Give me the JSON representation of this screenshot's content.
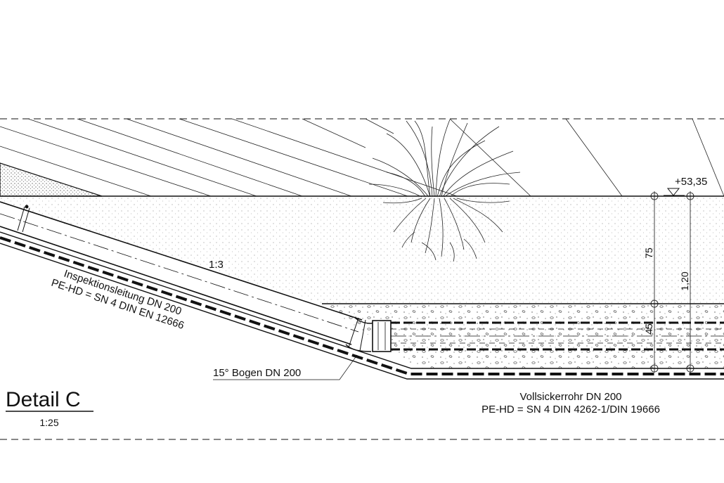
{
  "detail": {
    "title": "Detail C",
    "scale": "1:25"
  },
  "labels": {
    "elevation": "+53,35",
    "slope": "1:3",
    "inspection_line_1": "Inspektionsleitung DN 200",
    "inspection_line_2": "PE-HD = SN 4 DIN EN 12666",
    "bend": "15° Bogen DN 200",
    "drain_pipe_1": "Vollsickerrohr DN 200",
    "drain_pipe_2": "PE-HD = SN 4 DIN 4262-1/DIN 19666"
  },
  "dimensions": {
    "topsoil_depth": "75",
    "total_depth": "1,20",
    "gravel_depth": "45"
  },
  "colors": {
    "line": "#111111",
    "soil_dots": "#9a9a9a",
    "gravel": "#555555"
  }
}
